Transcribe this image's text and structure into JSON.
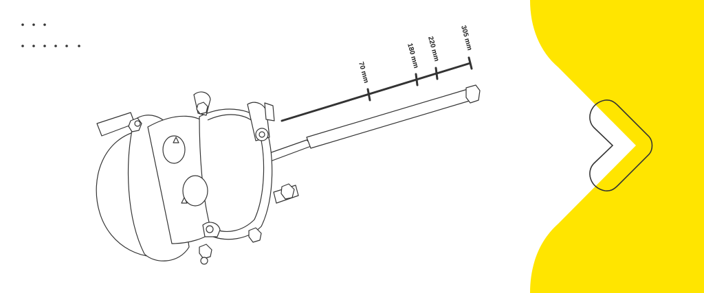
{
  "colors": {
    "accent": "#FFE500",
    "line": "#333333"
  },
  "ruler": {
    "unit": "mm",
    "marks": [
      {
        "value": 70,
        "label": "70 mm"
      },
      {
        "value": 180,
        "label": "180 mm"
      },
      {
        "value": 220,
        "label": "220 mm"
      },
      {
        "value": 305,
        "label": "305 mm"
      }
    ]
  },
  "icons": {
    "next": "chevron-right-icon",
    "decor": "dots-decoration"
  }
}
